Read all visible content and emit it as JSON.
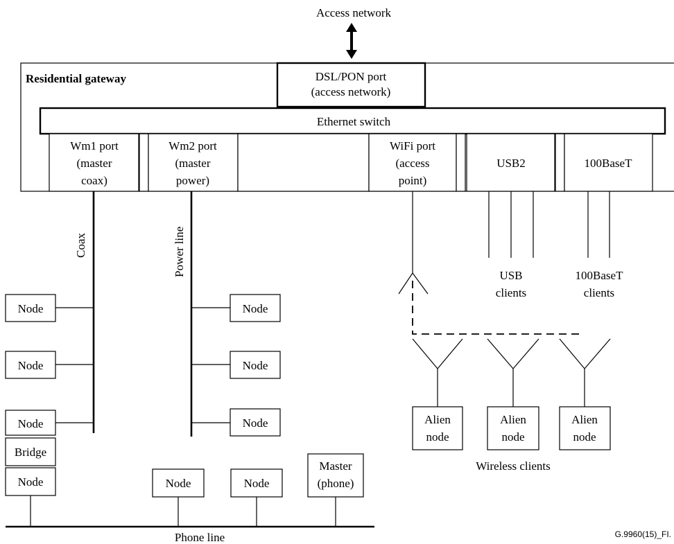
{
  "access_network": "Access network",
  "gateway": {
    "title": "Residential gateway",
    "dsl_port": [
      "DSL/PON port",
      "(access network)"
    ],
    "ethernet_switch": "Ethernet switch",
    "wm1_port": [
      "Wm1 port",
      "(master",
      "coax)"
    ],
    "wm2_port": [
      "Wm2 port",
      "(master",
      "power)"
    ],
    "wifi_port": [
      "WiFi port",
      "(access",
      "point)"
    ],
    "usb2": "USB2",
    "base100": "100BaseT"
  },
  "lines": {
    "coax": "Coax",
    "power": "Power line",
    "phone": "Phone line"
  },
  "node": "Node",
  "bridge": "Bridge",
  "master_phone": [
    "Master",
    "(phone)"
  ],
  "usb_clients": [
    "USB",
    "clients"
  ],
  "base100_clients": [
    "100BaseT",
    "clients"
  ],
  "alien_node": [
    "Alien",
    "node"
  ],
  "wireless_clients": "Wireless clients",
  "figure_id": "G.9960(15)_FI."
}
